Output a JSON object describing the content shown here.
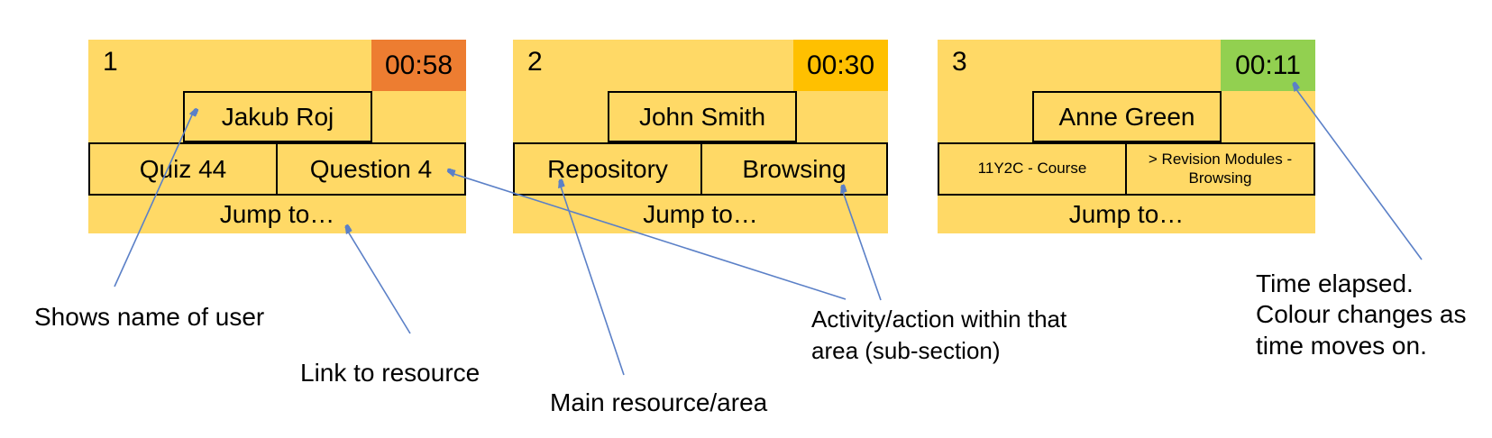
{
  "cards": [
    {
      "index": "1",
      "timer": "00:58",
      "timer_color": "#ED7D31",
      "user": "Jakub Roj",
      "area": "Quiz 44",
      "activity": "Question 4",
      "jump": "Jump to…"
    },
    {
      "index": "2",
      "timer": "00:30",
      "timer_color": "#FFC000",
      "user": "John Smith",
      "area": "Repository",
      "activity": "Browsing",
      "jump": "Jump to…"
    },
    {
      "index": "3",
      "timer": "00:11",
      "timer_color": "#92D050",
      "user": "Anne Green",
      "area": "11Y2C - Course",
      "activity": "> Revision Modules - Browsing",
      "jump": "Jump to…"
    }
  ],
  "annotations": {
    "shows_name": "Shows name of user",
    "link_to_resource": "Link to resource",
    "main_resource": "Main resource/area",
    "activity_action": "Activity/action within that area (sub-section)",
    "time_elapsed": "Time elapsed. Colour changes as time moves on."
  },
  "colors": {
    "card_background": "#FFD966",
    "timer_red_orange": "#ED7D31",
    "timer_amber": "#FFC000",
    "timer_green": "#92D050",
    "box_border": "#000000",
    "arrow_blue": "#5B80C7"
  }
}
